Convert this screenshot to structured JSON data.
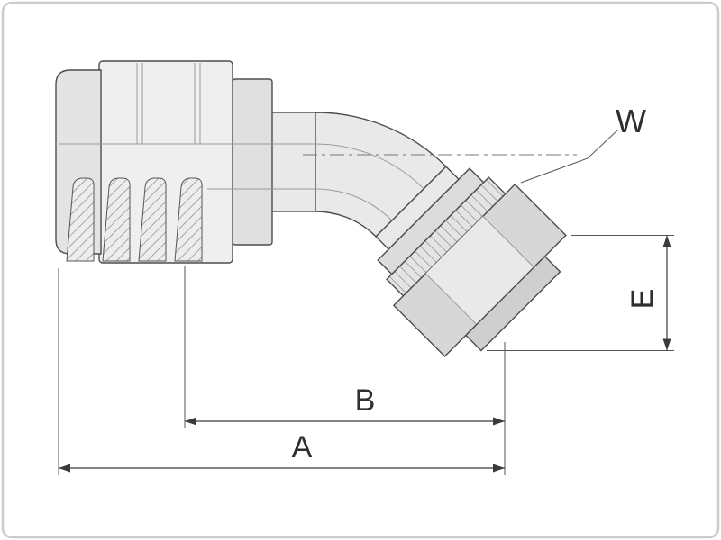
{
  "diagram": {
    "subject": "45-degree-elbow-hydraulic-hose-fitting-technical-drawing",
    "labels": {
      "w": "W",
      "e": "E",
      "b": "B",
      "a": "A"
    },
    "colors": {
      "background": "#ffffff",
      "frame_border": "#cccccc",
      "outline": "#4d4d4d",
      "dimension_lines": "#3a3a3a",
      "fill_light": "#efefef",
      "fill_mid": "#dcdcdc",
      "fill_dark": "#cfcfcf"
    }
  }
}
